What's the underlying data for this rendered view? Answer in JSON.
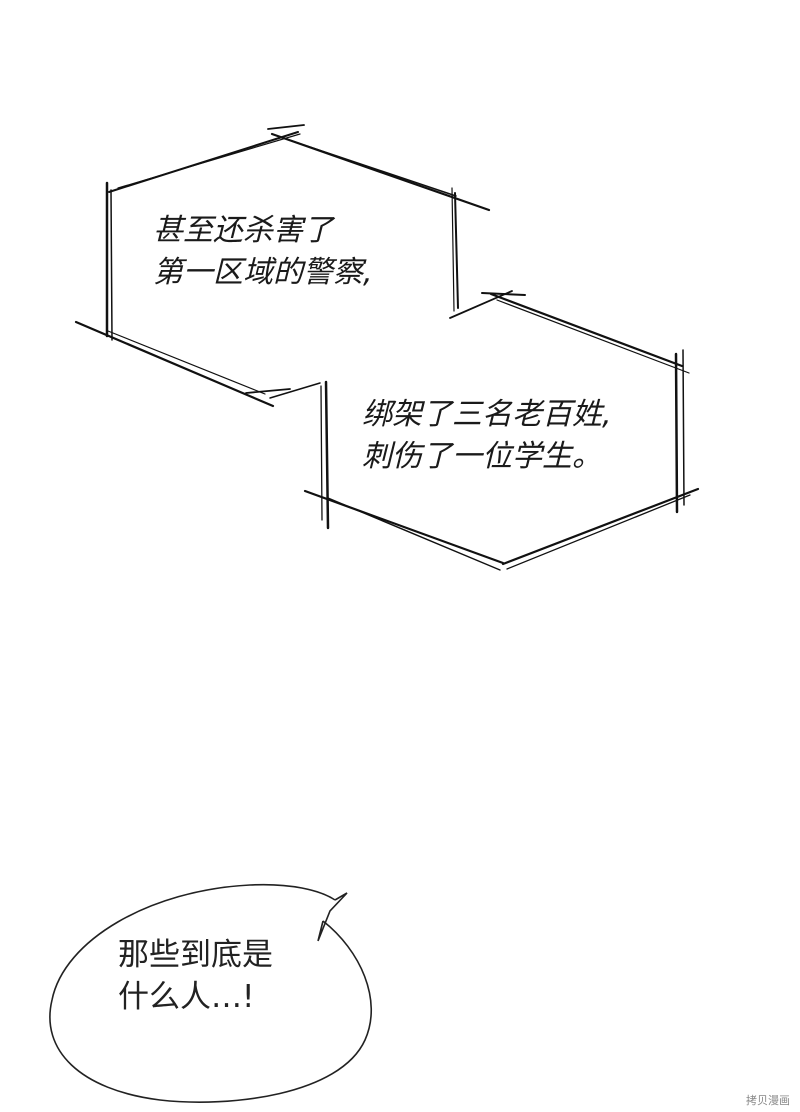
{
  "narration_box_1": {
    "lines": [
      "甚至还杀害了",
      "第一区域的警察,"
    ]
  },
  "narration_box_2": {
    "lines": [
      "绑架了三名老百姓,",
      "刺伤了一位学生。"
    ]
  },
  "speech_bubble": {
    "lines": [
      "那些到底是",
      "什么人…!"
    ]
  },
  "watermark": {
    "text": "拷贝漫画"
  }
}
